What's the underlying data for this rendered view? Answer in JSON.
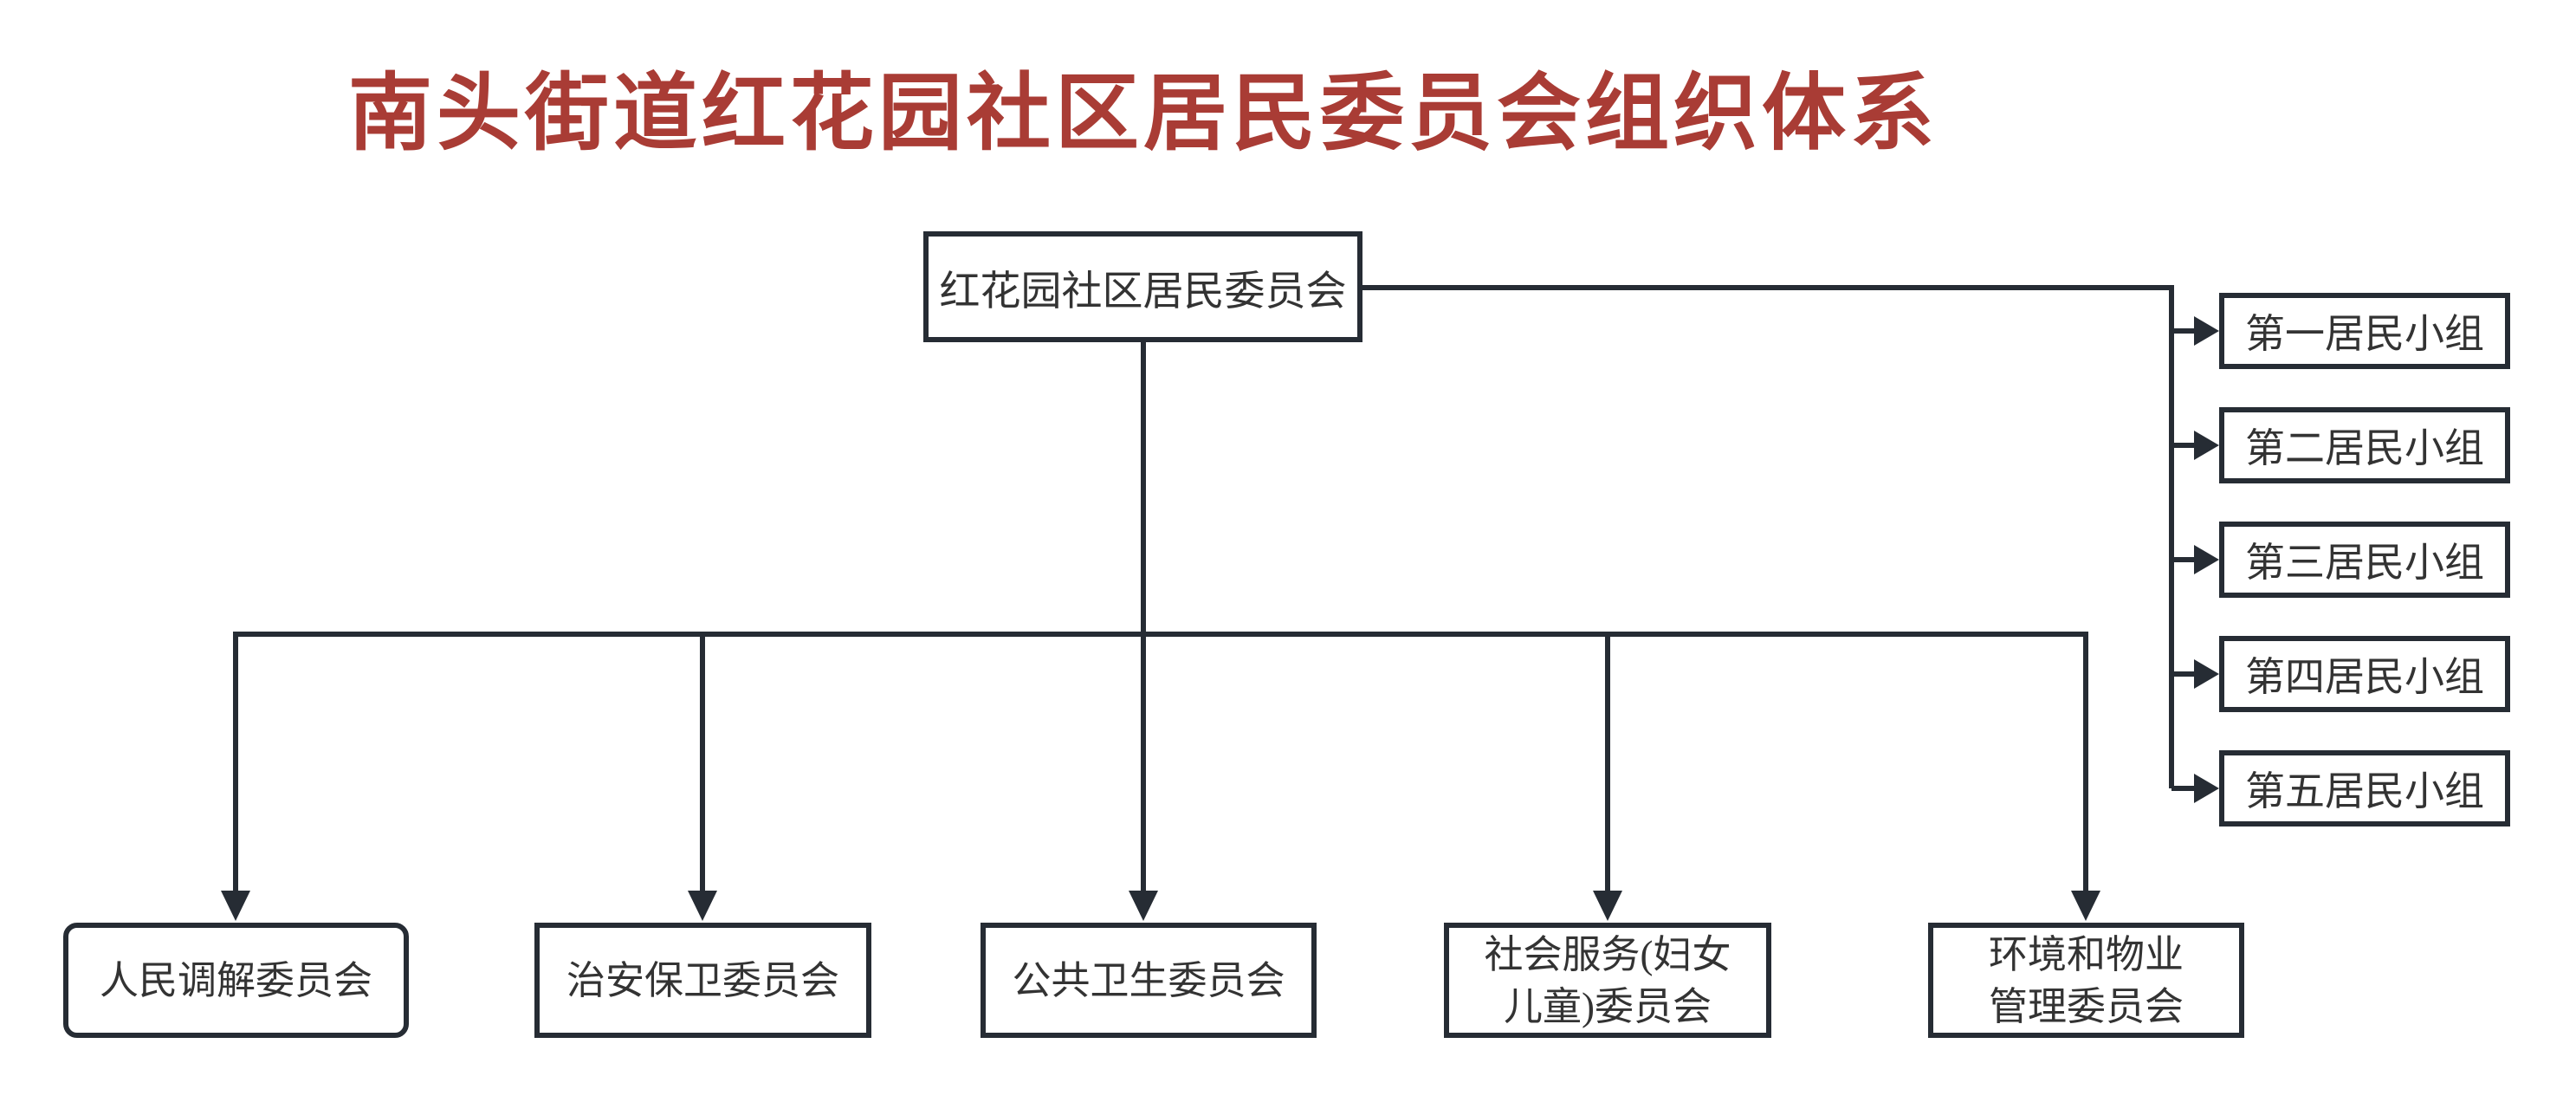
{
  "title": {
    "text": "南头街道红花园社区居民委员会组织体系",
    "color": "#a93c35"
  },
  "colors": {
    "line": "#262c34",
    "node_border": "#262c34",
    "node_text": "#333333",
    "background": "#ffffff"
  },
  "org_chart": {
    "root": {
      "label": "红花园社区居民委员会"
    },
    "resident_groups": [
      {
        "label": "第一居民小组"
      },
      {
        "label": "第二居民小组"
      },
      {
        "label": "第三居民小组"
      },
      {
        "label": "第四居民小组"
      },
      {
        "label": "第五居民小组"
      }
    ],
    "committees": [
      {
        "label": "人民调解委员会"
      },
      {
        "label": "治安保卫委员会"
      },
      {
        "label": "公共卫生委员会"
      },
      {
        "label": "社会服务(妇女\n儿童)委员会"
      },
      {
        "label": "环境和物业\n管理委员会"
      }
    ]
  }
}
